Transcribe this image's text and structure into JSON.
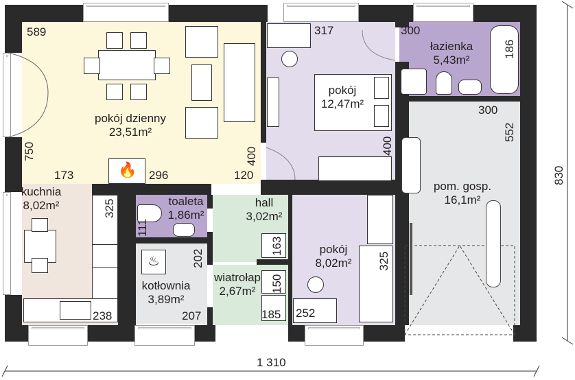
{
  "plan": {
    "colors": {
      "wall": "#2a2a2a",
      "living": "#fdf7dc",
      "bedroom": "#e3dcec",
      "bathroom": "#b9a6cf",
      "kitchen": "#f1e6de",
      "hall": "#d9eadb",
      "boiler": "#e6e7e8",
      "utility": "#e6e7e8"
    },
    "rooms": [
      {
        "id": "living",
        "name": "pokój dzienny",
        "area": "23,51m²"
      },
      {
        "id": "bedroom1",
        "name": "pokój",
        "area": "12,47m²"
      },
      {
        "id": "bathroom",
        "name": "łazienka",
        "area": "5,43m²"
      },
      {
        "id": "kitchen",
        "name": "kuchnia",
        "area": "8,02m²"
      },
      {
        "id": "toilet",
        "name": "toaleta",
        "area": "1,86m²"
      },
      {
        "id": "hall",
        "name": "hall",
        "area": "3,02m²"
      },
      {
        "id": "bedroom2",
        "name": "pokój",
        "area": "8,02m²"
      },
      {
        "id": "utility",
        "name": "pom. gosp.",
        "area": "16,1m²"
      },
      {
        "id": "boiler",
        "name": "kotłownia",
        "area": "3,89m²"
      },
      {
        "id": "vestibule",
        "name": "wiatrołap",
        "area": "2,67m²"
      }
    ],
    "dimensions": {
      "living_w": "589",
      "living_h": "750",
      "living_173": "173",
      "living_296": "296",
      "living_120": "120",
      "living_400": "400",
      "bed1_w": "317",
      "bed1_h": "400",
      "bath_w": "300",
      "bath_h": "186",
      "util_w": "300",
      "util_h": "552",
      "kitchen_h": "325",
      "kitchen_w": "238",
      "toilet_h": "111",
      "boiler_h": "202",
      "boiler_w": "207",
      "hall_h": "163",
      "vest_h": "150",
      "vest_w": "185",
      "bed2_w": "252",
      "bed2_h": "325",
      "total_w": "1 310",
      "total_h": "830"
    }
  }
}
